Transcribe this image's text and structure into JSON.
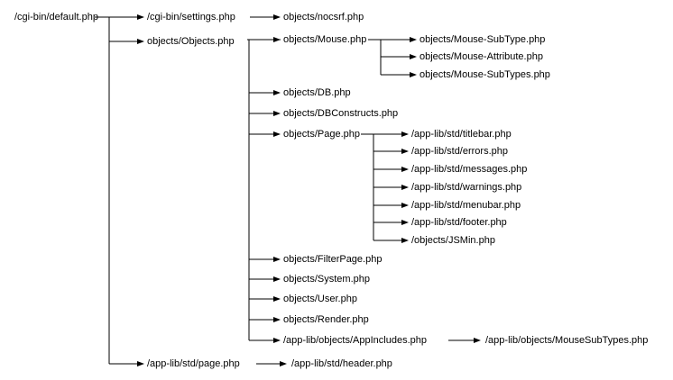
{
  "diagram": {
    "nodes": {
      "default": "/cgi-bin/default.php",
      "settings": "/cgi-bin/settings.php",
      "nocsrf": "objects/nocsrf.php",
      "objects": "objects/Objects.php",
      "mouse": "objects/Mouse.php",
      "mouse_subtype": "objects/Mouse-SubType.php",
      "mouse_attribute": "objects/Mouse-Attribute.php",
      "mouse_subtypes": "objects/Mouse-SubTypes.php",
      "db": "objects/DB.php",
      "dbconstructs": "objects/DBConstructs.php",
      "page": "objects/Page.php",
      "titlebar": "/app-lib/std/titlebar.php",
      "errors": "/app-lib/std/errors.php",
      "messages": "/app-lib/std/messages.php",
      "warnings": "/app-lib/std/warnings.php",
      "menubar": "/app-lib/std/menubar.php",
      "footer": "/app-lib/std/footer.php",
      "jsmin": "/objects/JSMin.php",
      "filterpage": "objects/FilterPage.php",
      "system": "objects/System.php",
      "user": "objects/User.php",
      "render": "objects/Render.php",
      "appincludes": "/app-lib/objects/AppIncludes.php",
      "mousesubtypes2": "/app-lib/objects/MouseSubTypes.php",
      "std_page": "/app-lib/std/page.php",
      "std_header": "/app-lib/std/header.php"
    }
  }
}
